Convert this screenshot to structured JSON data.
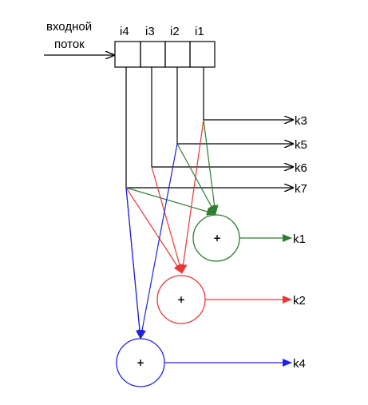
{
  "input_label": {
    "line1": "входной",
    "line2": "поток"
  },
  "registers": [
    "i4",
    "i3",
    "i2",
    "i1"
  ],
  "outputs": {
    "k3": "k3",
    "k5": "k5",
    "k6": "k6",
    "k7": "k7",
    "k1": "k1",
    "k2": "k2",
    "k4": "k4"
  },
  "adders": {
    "green": {
      "symbol": "+",
      "color": "#2e7d32",
      "output": "k1"
    },
    "red": {
      "symbol": "+",
      "color": "#e53935",
      "output": "k2"
    },
    "blue": {
      "symbol": "+",
      "color": "#2222dd",
      "output": "k4"
    }
  },
  "colors": {
    "line": "#000000",
    "green": "#2e7d32",
    "red": "#e53935",
    "blue": "#2222dd"
  }
}
